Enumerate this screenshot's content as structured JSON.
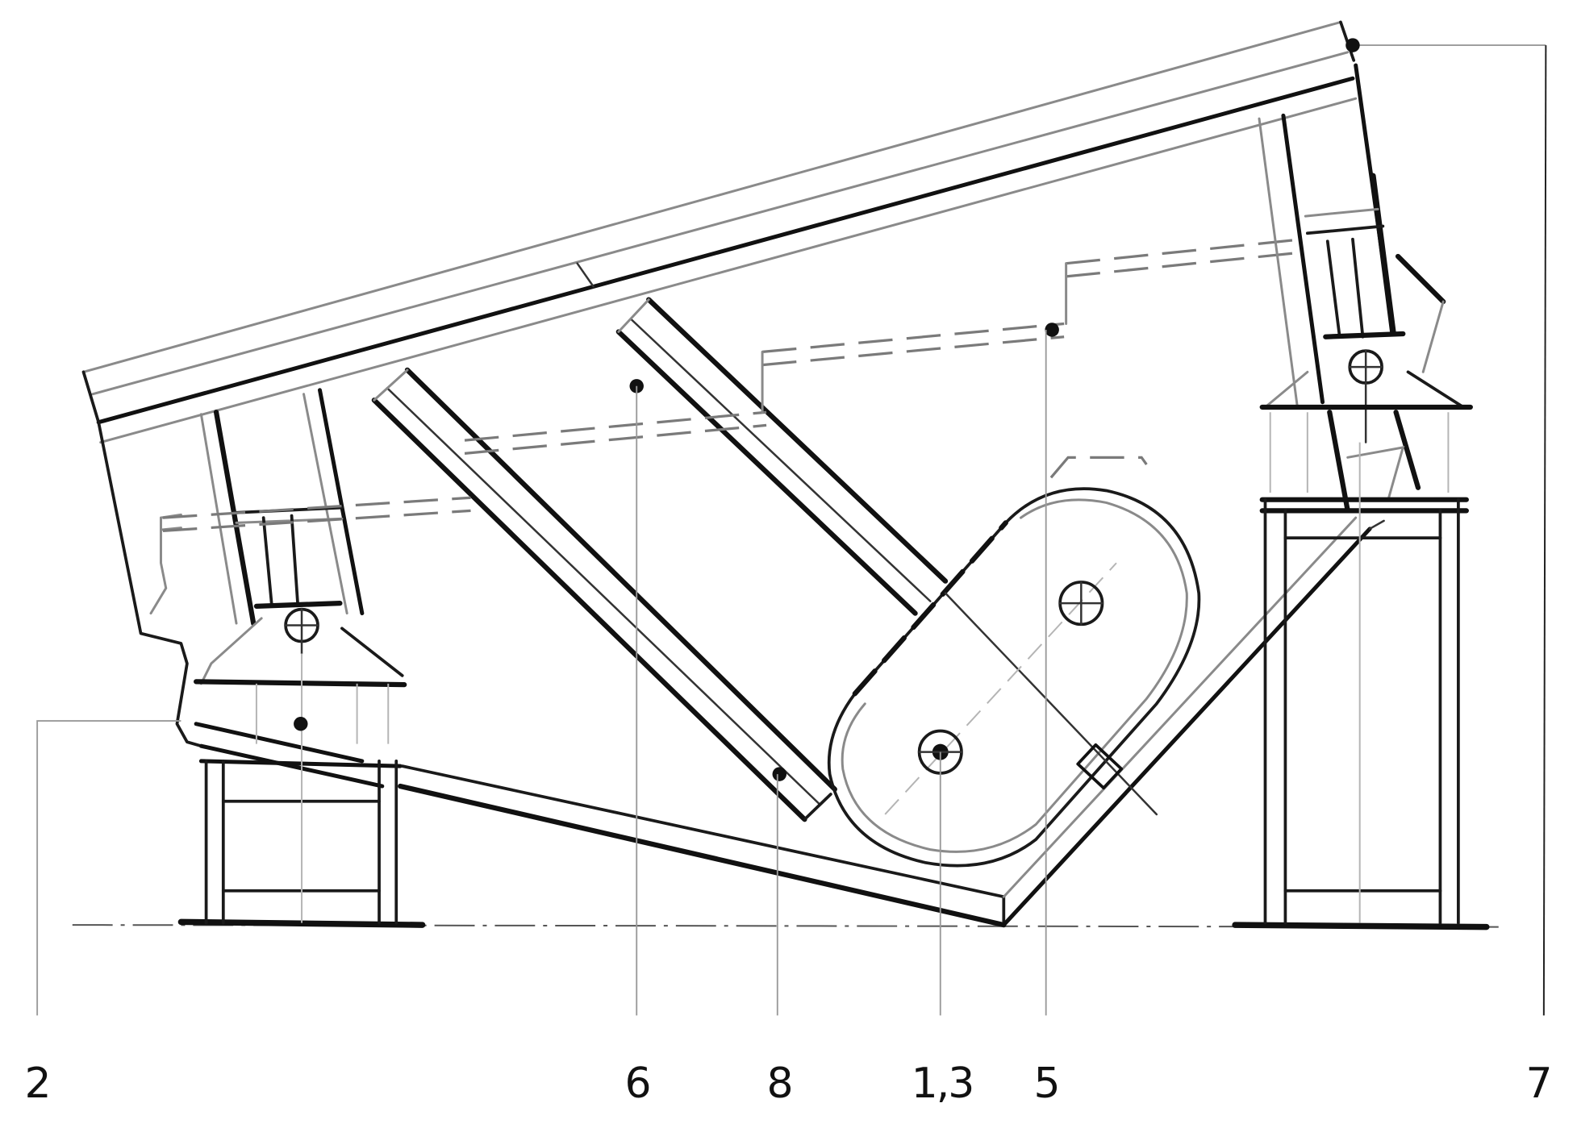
{
  "figure": {
    "type": "technical-drawing",
    "subject": "vibrating screen machine side elevation",
    "line_color": "#111111",
    "background": "#ffffff"
  },
  "callouts": [
    {
      "id": "c2",
      "label": "2",
      "target": "left support pivot"
    },
    {
      "id": "c6",
      "label": "6",
      "target": "upper screen deck point"
    },
    {
      "id": "c8",
      "label": "8",
      "target": "lower slanted plate end"
    },
    {
      "id": "c13",
      "label": "1,3",
      "target": "lower drive shaft center"
    },
    {
      "id": "c5",
      "label": "5",
      "target": "upper dashed guide point"
    },
    {
      "id": "c7",
      "label": "7",
      "target": "top right beam corner"
    }
  ]
}
